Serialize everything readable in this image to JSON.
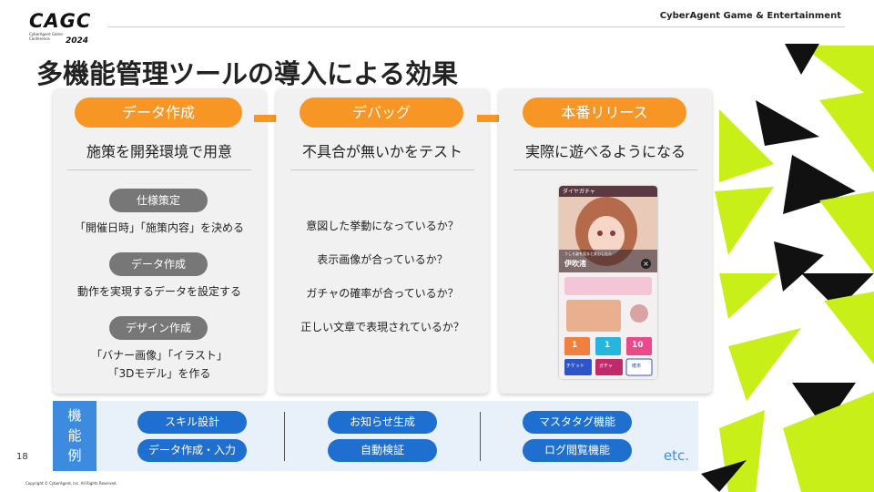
{
  "header": {
    "logo_text": "CAGC",
    "logo_subtitle": "CyberAgent Game Conference",
    "logo_year": "2024",
    "company": "CyberAgent Game & Entertainment"
  },
  "title": "多機能管理ツールの導入による効果",
  "colors": {
    "orange": "#f79625",
    "blue": "#1e6fcf",
    "label_blue": "#3d8bdf",
    "lime": "#c8ef18",
    "gray_tag": "#777777"
  },
  "cards": [
    {
      "pill": "データ作成",
      "subtitle": "施策を開発環境で用意",
      "items": [
        {
          "tag": "仕様策定",
          "lines": [
            "「開催日時」「施策内容」を決める"
          ]
        },
        {
          "tag": "データ作成",
          "lines": [
            "動作を実現するデータを設定する"
          ]
        },
        {
          "tag": "デザイン作成",
          "lines": [
            "「バナー画像」「イラスト」",
            "「3Dモデル」を作る"
          ]
        }
      ]
    },
    {
      "pill": "デバッグ",
      "subtitle": "不具合が無いかをテスト",
      "checks": [
        "意図した挙動になっているか？",
        "表示画像が合っているか？",
        "ガチャの確率が合っているか？",
        "正しい文章で表現されているか？"
      ]
    },
    {
      "pill": "本番リリース",
      "subtitle": "実際に遊べるようになる",
      "phone": {
        "top_text": "ダイヤガチャ",
        "character_name": "伊吹渚",
        "card_text": "うしろ姿を見ると安心したら",
        "stat_left": "1",
        "stat_mid": "1",
        "stat_right": "10",
        "btn_left": "チケット",
        "btn_mid": "ガチャ",
        "btn_right": "確率"
      }
    }
  ],
  "bottom": {
    "label_chars": [
      "機",
      "能",
      "例"
    ],
    "features": [
      "スキル設計",
      "データ作成・入力",
      "お知らせ生成",
      "自動検証",
      "マスタタグ機能",
      "ログ閲覧機能"
    ],
    "etc": "etc."
  },
  "page_number": "18",
  "copyright": "Copyright © CyberAgent, Inc. All Rights Reserved."
}
